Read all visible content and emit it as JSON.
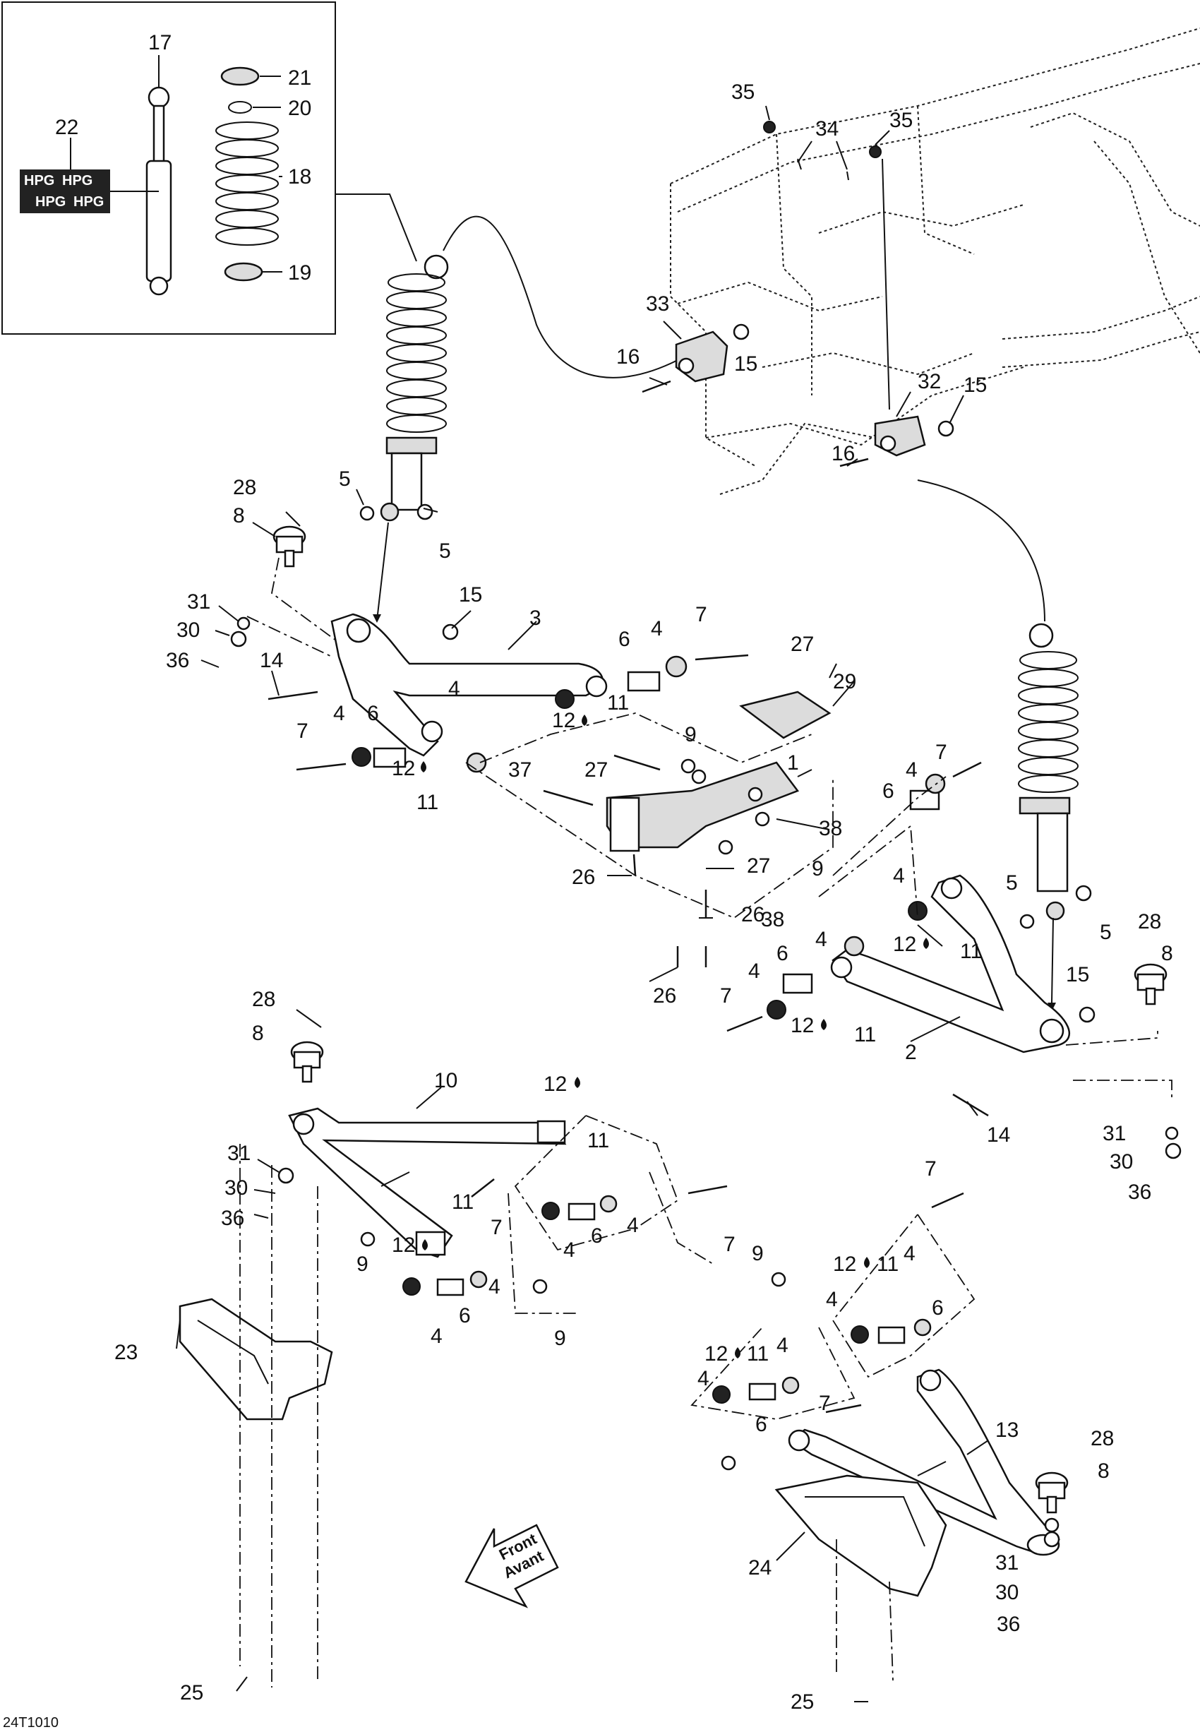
{
  "diagram": {
    "reference_code": "24T1010",
    "front_label": "Front",
    "front_label_fr": "Avant",
    "inset_labels": [
      "17",
      "21",
      "20",
      "22",
      "18",
      "19"
    ],
    "hpg_text": "HPG",
    "callouts": [
      "35",
      "34",
      "35",
      "33",
      "16",
      "15",
      "32",
      "15",
      "16",
      "28",
      "8",
      "5",
      "5",
      "15",
      "3",
      "31",
      "30",
      "36",
      "14",
      "6",
      "4",
      "7",
      "27",
      "29",
      "4",
      "12",
      "11",
      "9",
      "7",
      "4",
      "6",
      "12",
      "11",
      "37",
      "27",
      "1",
      "7",
      "4",
      "6",
      "38",
      "27",
      "9",
      "38",
      "26",
      "26",
      "26",
      "5",
      "5",
      "28",
      "8",
      "4",
      "12",
      "11",
      "4",
      "6",
      "4",
      "7",
      "12",
      "11",
      "15",
      "2",
      "14",
      "31",
      "30",
      "36",
      "28",
      "8",
      "10",
      "12",
      "11",
      "31",
      "30",
      "36",
      "11",
      "7",
      "9",
      "12",
      "6",
      "4",
      "4",
      "6",
      "4",
      "4",
      "9",
      "7",
      "7",
      "12",
      "11",
      "4",
      "4",
      "6",
      "9",
      "12",
      "11",
      "4",
      "4",
      "7",
      "6",
      "13",
      "28",
      "8",
      "23",
      "25",
      "24",
      "31",
      "30",
      "36",
      "25"
    ]
  }
}
